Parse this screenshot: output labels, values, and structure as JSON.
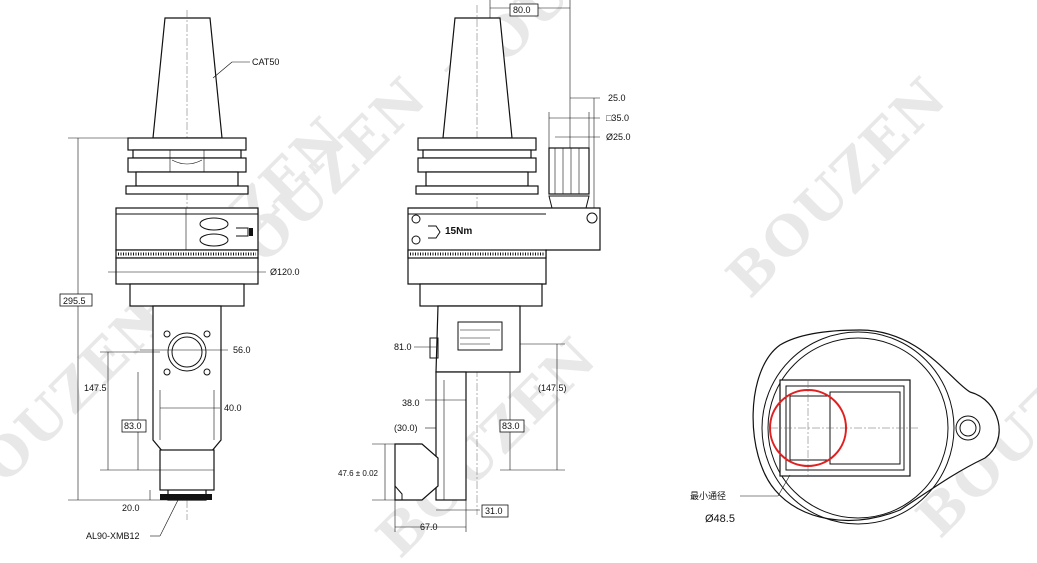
{
  "watermark": {
    "brand": "BOUZEN"
  },
  "view_front": {
    "shank_label": "CAT50",
    "overall_height": "295.5",
    "body_diameter": "Ø120.0",
    "stem_width": "56.0",
    "dim_147_5": "147.5",
    "dim_40_0": "40.0",
    "dim_83_0": "83.0",
    "dim_20_0": "20.0",
    "model_label": "AL90-XMB12"
  },
  "view_side": {
    "dim_80_0": "80.0",
    "dim_25_0": "25.0",
    "dim_square_35": "□35.0",
    "dim_dia_25": "Ø25.0",
    "torque_label": "15Nm",
    "dim_81_0": "81.0",
    "dim_147_5_ref": "(147.5)",
    "dim_38_0": "38.0",
    "dim_30_0_ref": "(30.0)",
    "dim_83_0": "83.0",
    "dim_47_6": "47.6 ± 0.02",
    "dim_31_0": "31.0",
    "dim_67_0": "67.0"
  },
  "view_bottom": {
    "min_bore_label": "最小通径",
    "min_bore_value": "Ø48.5"
  },
  "colors": {
    "line": "#111111",
    "highlight": "#e02020",
    "watermark": "#e8e8e8"
  }
}
